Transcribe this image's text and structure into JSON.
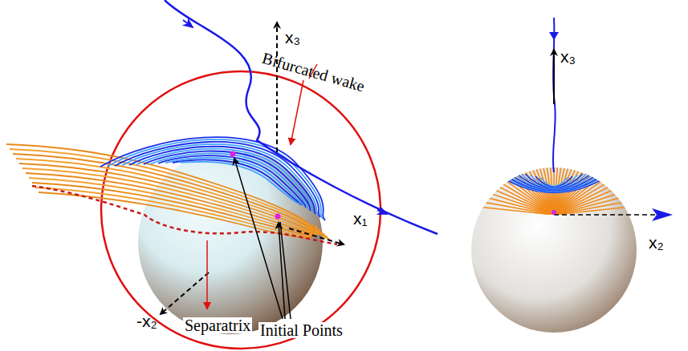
{
  "diagram": {
    "labels": [
      "x₃",
      "Bifurcated wake",
      "x₁",
      "-x₂",
      "Separatrix",
      "Initial Points",
      "x₃",
      "x₂"
    ]
  }
}
